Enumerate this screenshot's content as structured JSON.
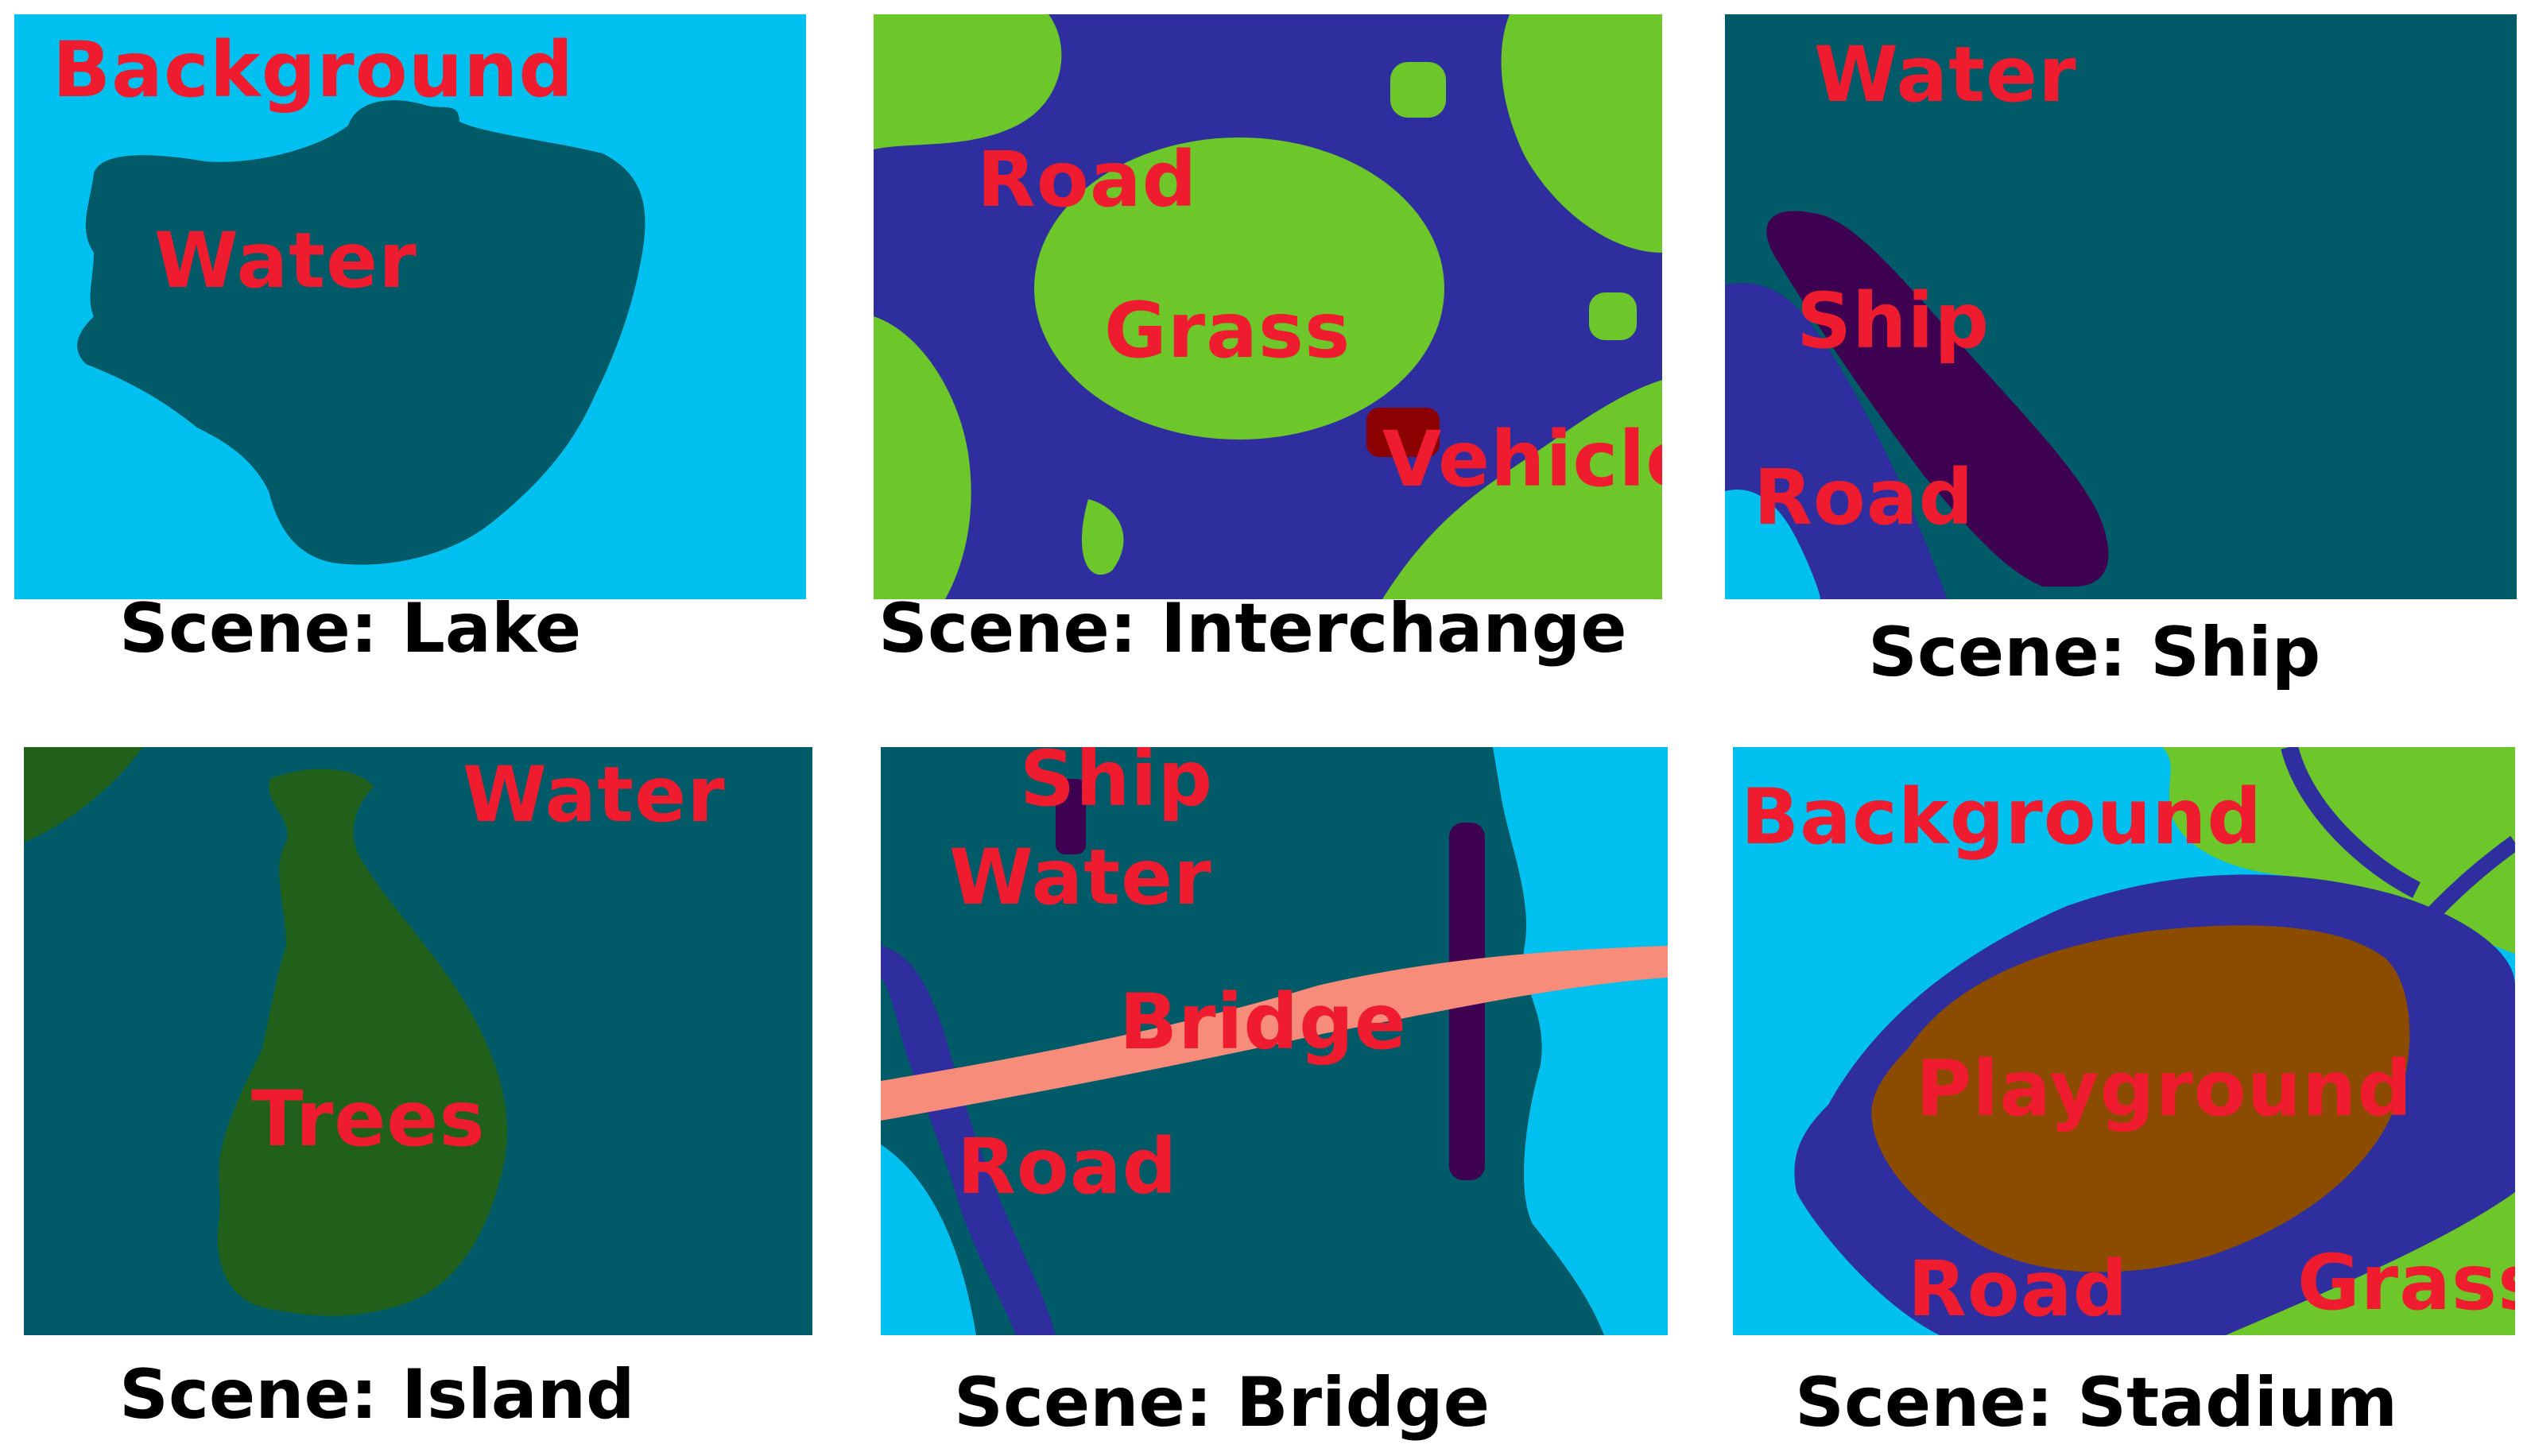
{
  "colors": {
    "background": "#00c0f0",
    "water": "#005a68",
    "road": "#2e2e9e",
    "grass": "#6dc62a",
    "vehicle": "#8b0000",
    "ship": "#3e0050",
    "trees": "#20601a",
    "bridge": "#f88c7a",
    "playground": "#8b4c00",
    "label": "#ee1c2e",
    "caption": "#000000"
  },
  "panels": [
    {
      "caption": "Scene: Lake",
      "labels": {
        "background": "Background",
        "water": "Water"
      }
    },
    {
      "caption": "Scene: Interchange",
      "labels": {
        "road": "Road",
        "grass": "Grass",
        "vehicle": "Vehicle"
      }
    },
    {
      "caption": "Scene: Ship",
      "labels": {
        "water": "Water",
        "ship": "Ship",
        "road": "Road"
      }
    },
    {
      "caption": "Scene: Island",
      "labels": {
        "water": "Water",
        "trees": "Trees"
      }
    },
    {
      "caption": "Scene: Bridge",
      "labels": {
        "ship": "Ship",
        "water": "Water",
        "bridge": "Bridge",
        "road": "Road"
      }
    },
    {
      "caption": "Scene: Stadium",
      "labels": {
        "background": "Background",
        "playground": "Playground",
        "road": "Road",
        "grass": "Grass"
      }
    }
  ]
}
